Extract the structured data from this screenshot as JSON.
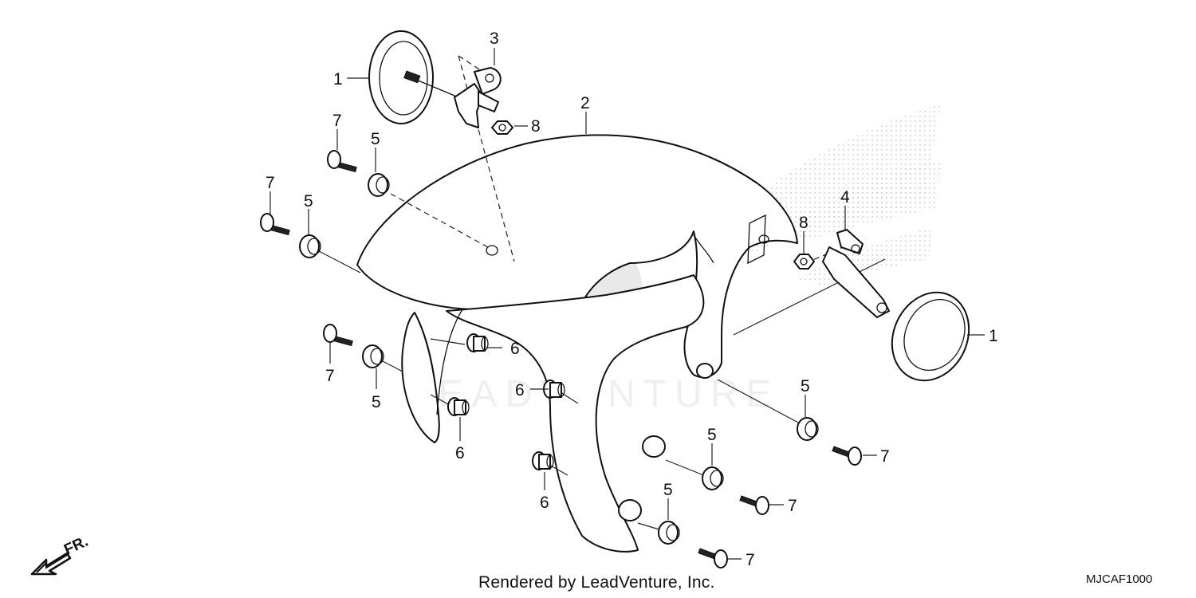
{
  "diagram": {
    "code": "MJCAF1000",
    "credit": "Rendered by LeadVenture, Inc.",
    "watermark": "LEADVENTURE",
    "direction_label": "FR."
  },
  "callouts": {
    "reflector_left": "1",
    "reflector_right": "1",
    "front_fender": "2",
    "stay_left": "3",
    "stay_right": "4",
    "grommet_a": "5",
    "grommet_b": "5",
    "grommet_c": "5",
    "grommet_d": "5",
    "grommet_e": "5",
    "grommet_f": "5",
    "collar_a": "6",
    "collar_b": "6",
    "collar_c": "6",
    "collar_d": "6",
    "screw_a": "7",
    "screw_b": "7",
    "screw_c": "7",
    "screw_d": "7",
    "screw_e": "7",
    "screw_f": "7",
    "nut_left": "8",
    "nut_right": "8"
  }
}
